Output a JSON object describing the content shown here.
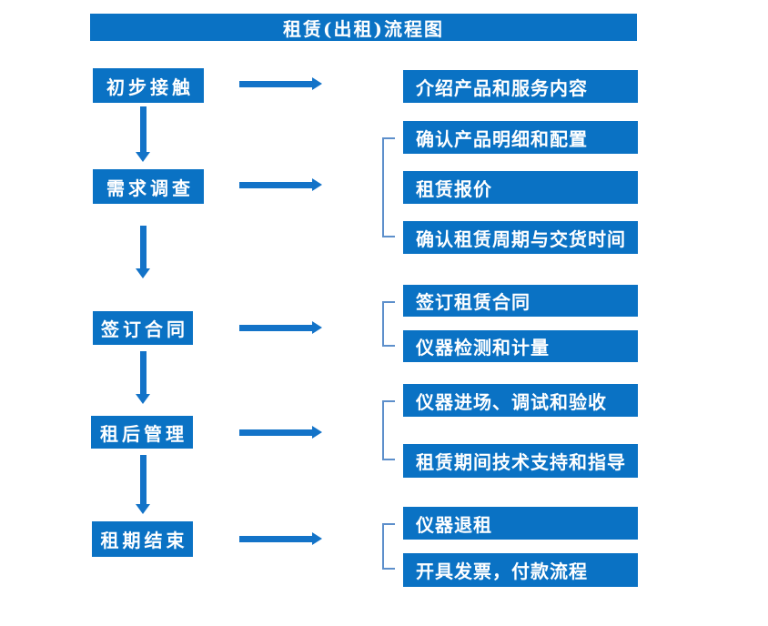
{
  "title": "租赁(出租)流程图",
  "colors": {
    "blue": "#0a72c4",
    "arrow": "#1373c8",
    "bracket": "#5d8fcb",
    "text": "#ffffff",
    "background": "#ffffff"
  },
  "steps": [
    {
      "label": "初步接触",
      "details": [
        "介绍产品和服务内容"
      ]
    },
    {
      "label": "需求调查",
      "details": [
        "确认产品明细和配置",
        "租赁报价",
        "确认租赁周期与交货时间"
      ]
    },
    {
      "label": "签订合同",
      "details": [
        "签订租赁合同",
        "仪器检测和计量"
      ]
    },
    {
      "label": "租后管理",
      "details": [
        "仪器进场、调试和验收",
        "租赁期间技术支持和指导"
      ]
    },
    {
      "label": "租期结束",
      "details": [
        "仪器退租",
        "开具发票，付款流程"
      ]
    }
  ]
}
